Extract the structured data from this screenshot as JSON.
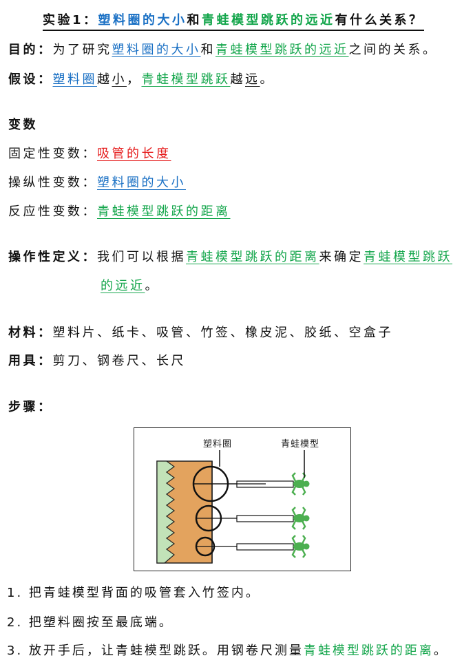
{
  "title": {
    "prefix": "实验1：",
    "var1": "塑料圈的大小",
    "and": "和",
    "var2": "青蛙模型跳跃的远近",
    "suffix": "有什么关系？"
  },
  "purpose": {
    "label": "目的：",
    "t1": "为了研究",
    "var1": "塑料圈的大小",
    "and": "和",
    "var2": "青蛙模型跳跃的远近",
    "t2": "之间的关系。"
  },
  "hypothesis": {
    "label": "假设：",
    "v1": "塑料圈",
    "t1": "越",
    "t2": "小",
    "comma": "，",
    "v2": "青蛙模型跳跃",
    "t3": "越",
    "t4": "远",
    "end": "。"
  },
  "variables": {
    "heading": "变数",
    "fixed": {
      "label": "固定性变数：",
      "value": "吸管的长度"
    },
    "manipulated": {
      "label": "操纵性变数：",
      "value": "塑料圈的大小"
    },
    "responding": {
      "label": "反应性变数：",
      "value": "青蛙模型跳跃的距离"
    }
  },
  "operational": {
    "label": "操作性定义：",
    "t1": "我们可以根据",
    "v1": "青蛙模型跳跃的距离",
    "t2": "来确定",
    "v2a": "青蛙模型跳跃",
    "v2b": "的远近",
    "end": "。"
  },
  "materials": {
    "label": "材料：",
    "value": "塑料片、纸卡、吸管、竹签、橡皮泥、胶纸、空盒子"
  },
  "tools": {
    "label": "用具：",
    "value": "剪刀、钢卷尺、长尺"
  },
  "steps": {
    "heading": "步骤：",
    "diagram": {
      "label_ring": "塑料圈",
      "label_frog": "青蛙模型"
    },
    "items": [
      {
        "text": "1. 把青蛙模型背面的吸管套入竹签内。"
      },
      {
        "text": "2. 把塑料圈按至最底端。"
      },
      {
        "text": "3. 放开手后，让青蛙模型跳跃。用钢卷尺测量",
        "highlight": "青蛙模型跳跃的距离",
        "end": "。"
      }
    ]
  },
  "colors": {
    "blue": "#1a70c4",
    "green": "#12a54a",
    "red": "#e51c1c",
    "board": "#e3a35e",
    "board_edge": "#c2e2b8",
    "frog": "#4caf50"
  }
}
